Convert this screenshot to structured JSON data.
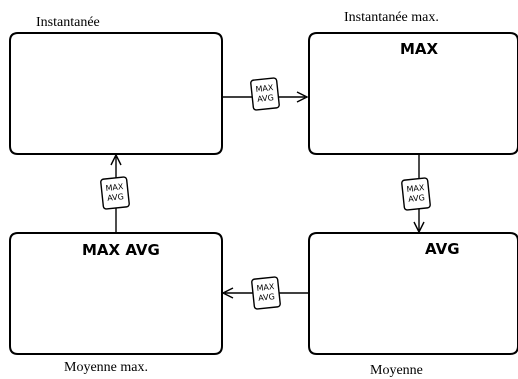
{
  "states": {
    "instant": {
      "caption": "Instantanée",
      "label": ""
    },
    "max": {
      "caption": "Instantanée max.",
      "label": "MAX"
    },
    "avg": {
      "caption": "Moyenne",
      "label": "AVG"
    },
    "maxavg": {
      "caption": "Moyenne max.",
      "label": "MAX AVG"
    }
  },
  "button": {
    "line1": "MAX",
    "line2": "AVG"
  }
}
